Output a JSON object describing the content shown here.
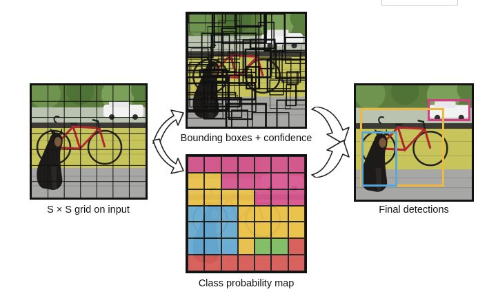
{
  "captions": {
    "input": "S × S grid on input",
    "bounding": "Bounding boxes + confidence",
    "classmap": "Class probability map",
    "final": "Final detections"
  },
  "grid_size": 7,
  "class_colors": {
    "magenta": "#d94c8c",
    "yellow": "#ecc042",
    "blue": "#5fa9d8",
    "green": "#7cbc5c",
    "red": "#d9534f"
  },
  "class_map": [
    [
      "magenta",
      "magenta",
      "magenta",
      "magenta",
      "magenta",
      "magenta",
      "magenta"
    ],
    [
      "yellow",
      "yellow",
      "magenta",
      "magenta",
      "magenta",
      "magenta",
      "magenta"
    ],
    [
      "yellow",
      "yellow",
      "yellow",
      "yellow",
      "magenta",
      "magenta",
      "magenta"
    ],
    [
      "blue",
      "blue",
      "blue",
      "yellow",
      "yellow",
      "yellow",
      "yellow"
    ],
    [
      "blue",
      "blue",
      "blue",
      "yellow",
      "yellow",
      "yellow",
      "yellow"
    ],
    [
      "blue",
      "blue",
      "blue",
      "yellow",
      "green",
      "green",
      "red"
    ],
    [
      "red",
      "red",
      "red",
      "red",
      "red",
      "red",
      "red"
    ]
  ],
  "detections": [
    {
      "class": "car",
      "color": "#d63c86"
    },
    {
      "class": "bicycle",
      "color": "#f0b93c"
    },
    {
      "class": "dog",
      "color": "#58a8dc"
    }
  ]
}
